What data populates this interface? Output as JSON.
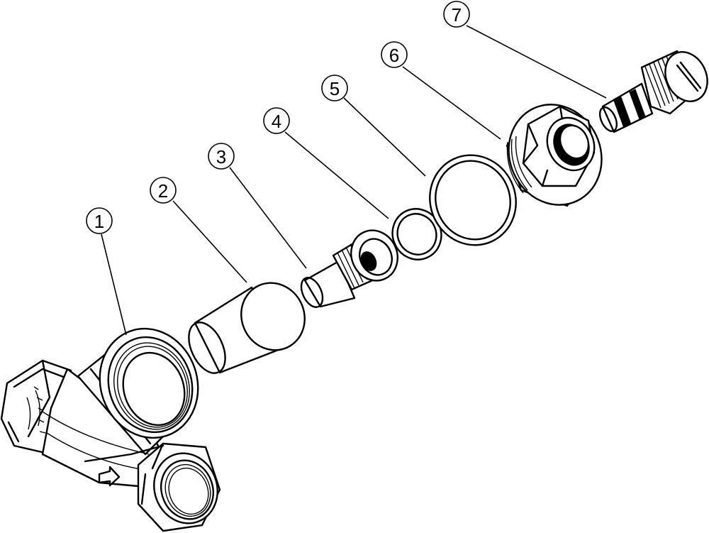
{
  "callouts": [
    {
      "number": "1",
      "part": "strainer-body"
    },
    {
      "number": "2",
      "part": "filter-screen"
    },
    {
      "number": "3",
      "part": "inner-sleeve"
    },
    {
      "number": "4",
      "part": "small-gasket"
    },
    {
      "number": "5",
      "part": "large-gasket"
    },
    {
      "number": "6",
      "part": "hex-cap"
    },
    {
      "number": "7",
      "part": "drain-plug"
    }
  ],
  "colors": {
    "ink": "#000000",
    "background": "#ffffff"
  }
}
